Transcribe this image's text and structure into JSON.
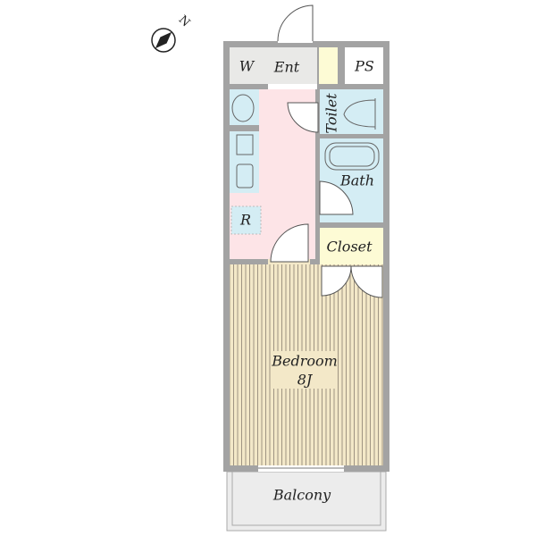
{
  "compass": {
    "label": "N"
  },
  "rooms": {
    "entrance": "Ent",
    "washer": "W",
    "pipe_space": "PS",
    "toilet": "Toilet",
    "bath": "Bath",
    "refrigerator": "R",
    "closet": "Closet",
    "bedroom": "Bedroom",
    "bedroom_size": "8J",
    "balcony": "Balcony"
  },
  "colors": {
    "wall": "#a3a3a3",
    "entrance": "#e9e9e7",
    "kitchen": "#fde4e7",
    "wet_area": "#d4edf4",
    "closet": "#fdfbd5",
    "bedroom": "#f3e8c8",
    "balcony": "#ececec"
  }
}
